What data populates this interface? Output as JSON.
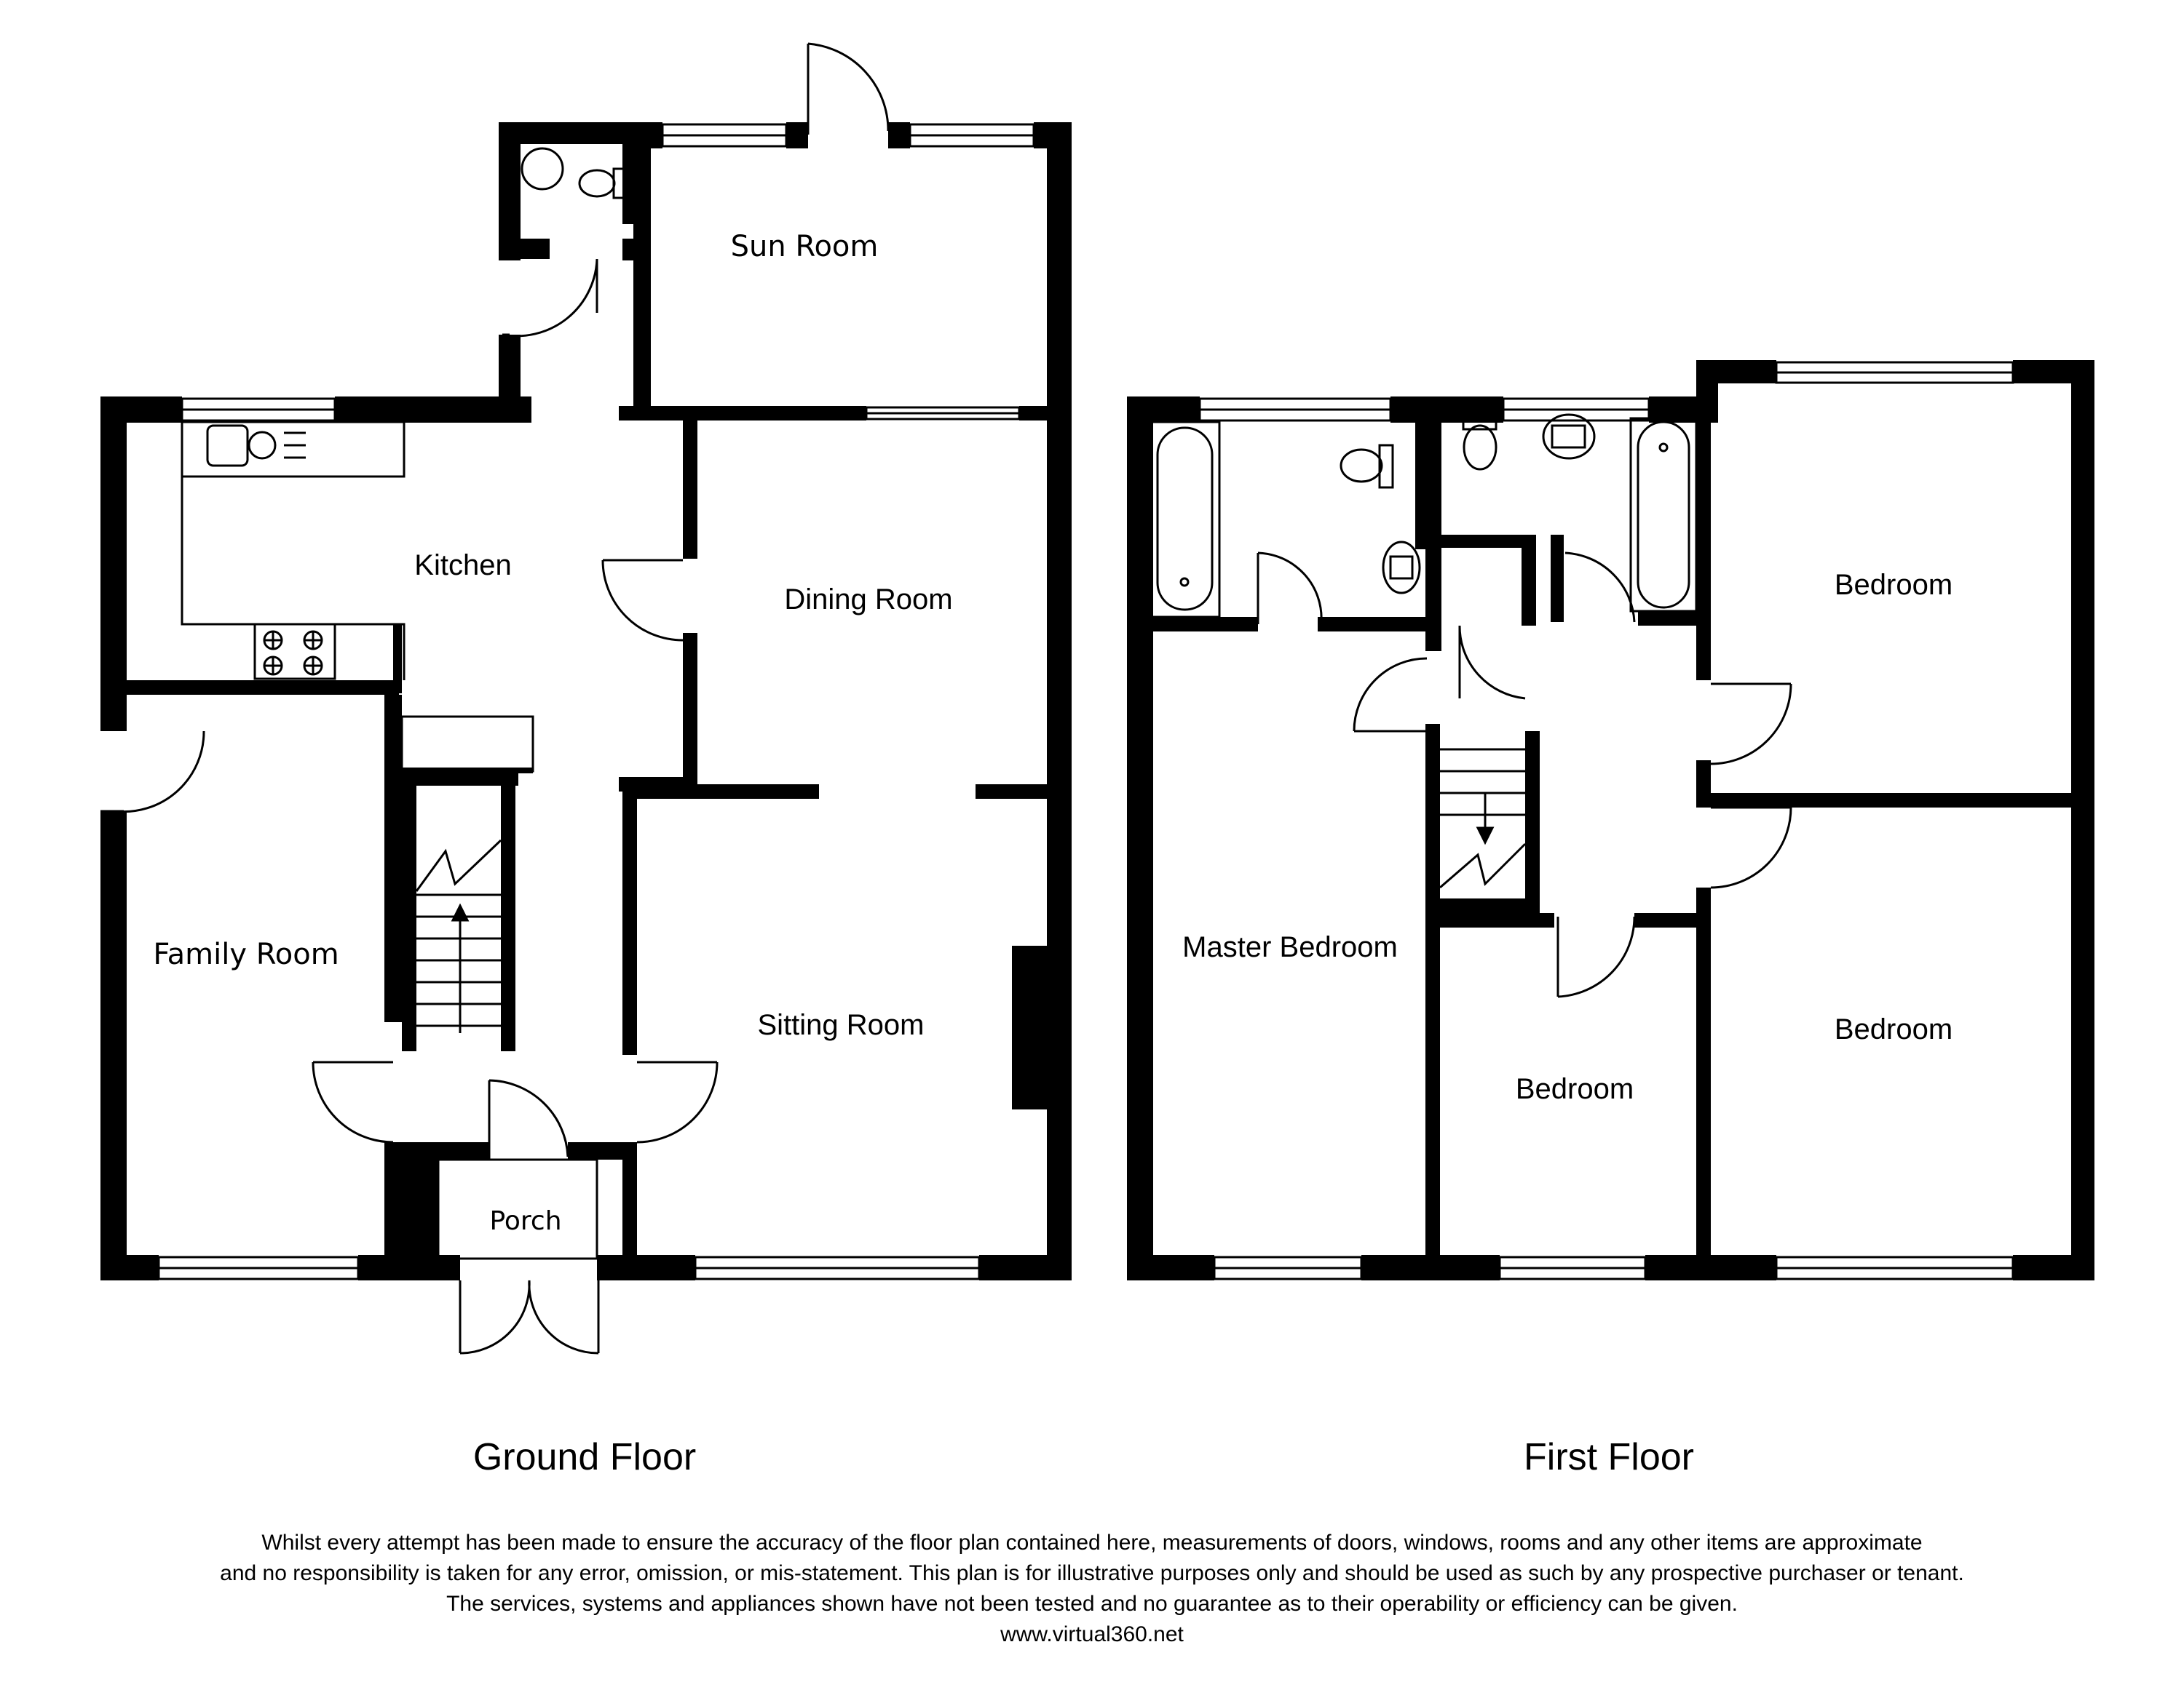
{
  "floors": [
    {
      "title": "Ground Floor",
      "rooms": [
        "Sun Room",
        "Kitchen",
        "Dining Room",
        "Family Room",
        "Sitting Room",
        "Porch"
      ]
    },
    {
      "title": "First Floor",
      "rooms": [
        "Bedroom",
        "Master Bedroom",
        "Bedroom",
        "Bedroom"
      ]
    }
  ],
  "disclaimer": {
    "lines": [
      "Whilst every attempt has been made to ensure the accuracy of the floor plan contained here, measurements of doors, windows, rooms and any other items are approximate",
      "and no responsibility is taken for any error, omission, or mis-statement. This plan is for illustrative purposes only and should be used as such by any prospective purchaser or tenant.",
      "The services, systems and appliances shown have not been tested and no guarantee as to their operability or efficiency can be given.",
      "www.virtual360.net"
    ]
  },
  "colors": {
    "wall": "#000000",
    "background": "#ffffff"
  }
}
